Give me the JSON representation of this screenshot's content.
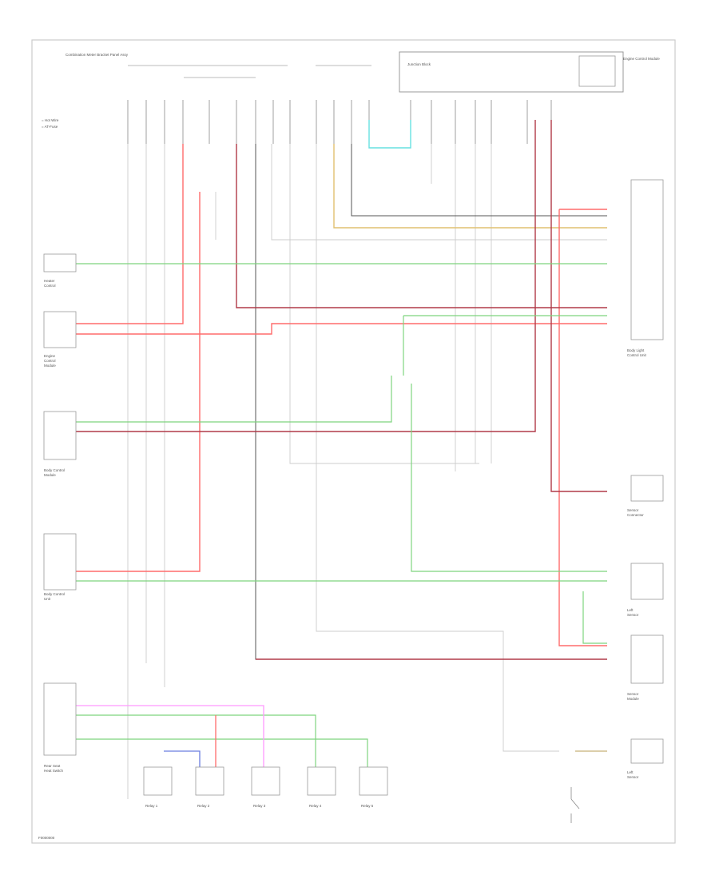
{
  "diagram": {
    "colors": {
      "black": "#222222",
      "gray": "#bbbbbb",
      "red": "#ff6b6b",
      "pink": "#ffb3c4",
      "maroon": "#b03a48",
      "green": "#7ed47e",
      "light_green": "#a6f0a6",
      "cyan": "#66e0e0",
      "yellow": "#e8c870",
      "tan": "#c8b078",
      "violet": "#ff99ff",
      "blue": "#6a7de0"
    },
    "legend": [
      {
        "label": "= Hot Wire"
      },
      {
        "label": "= AT-Fuse"
      }
    ],
    "top_fuse_box": {
      "label": "Combination Meter Bracket Panel Assy"
    },
    "power_box": {
      "label": "Junction Block"
    },
    "ecm_label": "Engine Control Module",
    "components": [
      {
        "id": "comp_1",
        "lines": [
          "Heater",
          "Control"
        ]
      },
      {
        "id": "comp_2",
        "lines": [
          "Engine",
          "Control",
          "Module"
        ]
      },
      {
        "id": "comp_3",
        "lines": [
          "Body Control",
          "Module"
        ]
      },
      {
        "id": "comp_4",
        "lines": [
          "Body Control",
          "Unit"
        ]
      },
      {
        "id": "comp_5",
        "lines": [
          "Rear Seat",
          "Heat Switch"
        ]
      },
      {
        "id": "r_conn_1",
        "lines": [
          "Body Light",
          "Control Unit"
        ]
      },
      {
        "id": "r_conn_2",
        "lines": [
          "Sensor",
          "Connector"
        ]
      },
      {
        "id": "r_conn_3",
        "lines": [
          "Left",
          "Sensor"
        ]
      },
      {
        "id": "r_conn_4",
        "lines": [
          "Sensor",
          "Module"
        ]
      },
      {
        "id": "r_conn_5",
        "lines": [
          "Left",
          "Sensor"
        ]
      }
    ],
    "bottom_relays": [
      {
        "id": "relay_1",
        "label": "Relay 1"
      },
      {
        "id": "relay_2",
        "label": "Relay 2"
      },
      {
        "id": "relay_3",
        "label": "Relay 3"
      },
      {
        "id": "relay_4",
        "label": "Relay 4"
      },
      {
        "id": "relay_5",
        "label": "Relay 5"
      }
    ],
    "footer_code": "F0000000"
  }
}
